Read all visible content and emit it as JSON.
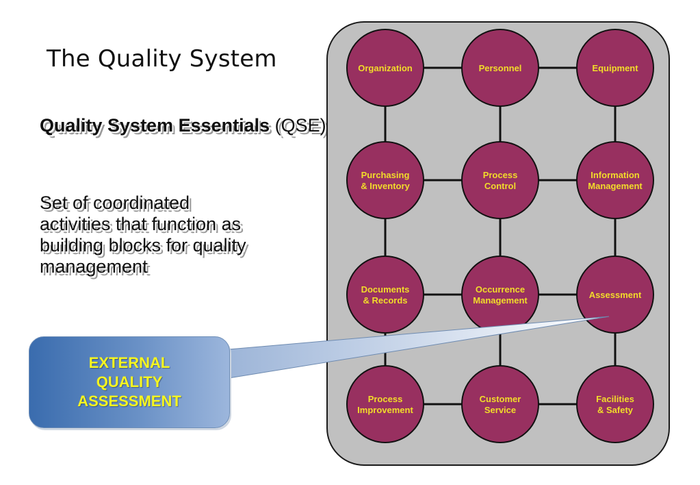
{
  "title": "The Quality System",
  "qse": {
    "bold": "Quality System Essentials",
    "suffix": " (QSE)"
  },
  "description": "Set of coordinated activities that function as building blocks for quality management",
  "callout": {
    "lines": [
      "EXTERNAL",
      "QUALITY",
      "ASSESSMENT"
    ],
    "target": "assessment"
  },
  "colors": {
    "node_fill": "#983060",
    "node_text": "#f2dc2a",
    "panel_fill": "#c0c0c0",
    "callout_start": "#3a6cae",
    "callout_end": "#9cb6dc",
    "callout_text": "#f5f520"
  },
  "grid": {
    "rows": 4,
    "cols": 3,
    "nodes": [
      {
        "id": "organization",
        "lines": [
          "Organization"
        ]
      },
      {
        "id": "personnel",
        "lines": [
          "Personnel"
        ]
      },
      {
        "id": "equipment",
        "lines": [
          "Equipment"
        ]
      },
      {
        "id": "purchasing-inventory",
        "lines": [
          "Purchasing",
          "& Inventory"
        ]
      },
      {
        "id": "process-control",
        "lines": [
          "Process",
          "Control"
        ]
      },
      {
        "id": "information-management",
        "lines": [
          "Information",
          "Management"
        ]
      },
      {
        "id": "documents-records",
        "lines": [
          "Documents",
          "& Records"
        ]
      },
      {
        "id": "occurrence-management",
        "lines": [
          "Occurrence",
          "Management"
        ]
      },
      {
        "id": "assessment",
        "lines": [
          "Assessment"
        ]
      },
      {
        "id": "process-improvement",
        "lines": [
          "Process",
          "Improvement"
        ]
      },
      {
        "id": "customer-service",
        "lines": [
          "Customer",
          "Service"
        ]
      },
      {
        "id": "facilities-safety",
        "lines": [
          "Facilities",
          "& Safety"
        ]
      }
    ]
  }
}
